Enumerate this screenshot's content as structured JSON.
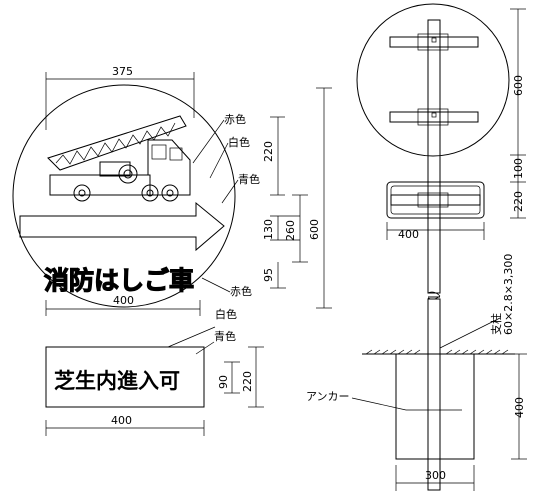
{
  "front_sign": {
    "dims": {
      "ladder_width": "375",
      "circle_width": "400",
      "h_220": "220",
      "h_130": "130",
      "h_260": "260",
      "h_600": "600",
      "h_95": "95"
    },
    "text": "消防はしご車",
    "callouts": {
      "red": "赤色",
      "white": "白色",
      "blue": "青色",
      "red2": "赤色"
    }
  },
  "sub_plate": {
    "text": "芝生内進入可",
    "width": "400",
    "h_90": "90",
    "h_220": "220",
    "callouts": {
      "white": "白色",
      "blue": "青色"
    }
  },
  "side_view": {
    "dims": {
      "h_600": "600",
      "h_100": "100",
      "h_220": "220",
      "plate_width": "400",
      "post_spec": "60×2.8×3,300",
      "post_label": "支柱",
      "foundation_depth": "400",
      "foundation_width": "300"
    },
    "anchor_label": "アンカー"
  }
}
